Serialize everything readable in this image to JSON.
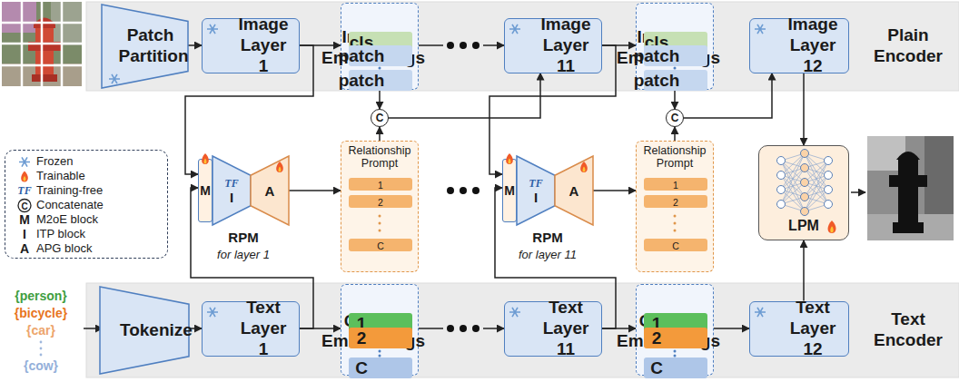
{
  "diagram": {
    "nodes": [
      {
        "text": [
          "Plain Encoder"
        ]
      },
      {
        "text": [
          "Patch Partition"
        ],
        "in": 0
      },
      {
        "text": [
          "Image Layer 1"
        ],
        "in": 0
      },
      {
        "text": [
          "Image Embeddings"
        ],
        "in": 0
      },
      {
        "text": [
          "cls"
        ],
        "in": 3
      },
      {
        "text": [
          "patch"
        ],
        "in": 3
      },
      {
        "text": [
          "patch"
        ],
        "in": 3
      },
      {
        "text": [
          "Image Layer 11"
        ],
        "in": 0
      },
      {
        "text": [
          "Image Embeddings"
        ],
        "in": 0
      },
      {
        "text": [
          "cls"
        ],
        "in": 8
      },
      {
        "text": [
          "patch"
        ],
        "in": 8
      },
      {
        "text": [
          "patch"
        ],
        "in": 8
      },
      {
        "text": [
          "Image Layer 12"
        ],
        "in": 0
      },
      {
        "text": [
          "C"
        ]
      },
      {
        "text": [
          "C"
        ]
      },
      {
        "text": [
          "M"
        ]
      },
      {
        "text": [
          "TF",
          "I"
        ]
      },
      {
        "text": [
          "A"
        ]
      },
      {
        "text": [
          "Relationship Prompt"
        ]
      },
      {
        "text": [
          "1"
        ],
        "in": 18
      },
      {
        "text": [
          "2"
        ],
        "in": 18
      },
      {
        "text": [
          "C"
        ],
        "in": 18
      },
      {
        "text": [
          "M"
        ]
      },
      {
        "text": [
          "TF",
          "I"
        ]
      },
      {
        "text": [
          "A"
        ]
      },
      {
        "text": [
          "Relationship Prompt"
        ]
      },
      {
        "text": [
          "1"
        ],
        "in": 25
      },
      {
        "text": [
          "2"
        ],
        "in": 25
      },
      {
        "text": [
          "C"
        ],
        "in": 25
      },
      {
        "text": [
          "LPM"
        ]
      },
      {
        "text": [
          "Text Encoder"
        ]
      },
      {
        "text": [
          "Tokenize"
        ],
        "in": 30
      },
      {
        "text": [
          "Text Layer 1"
        ],
        "in": 30
      },
      {
        "text": [
          "Class Embeddings"
        ],
        "in": 30
      },
      {
        "text": [
          "1"
        ],
        "in": 33
      },
      {
        "text": [
          "2"
        ],
        "in": 33
      },
      {
        "text": [
          "C"
        ],
        "in": 33
      },
      {
        "text": [
          "Text Layer 11"
        ],
        "in": 30
      },
      {
        "text": [
          "Class Embeddings"
        ],
        "in": 30
      },
      {
        "text": [
          "1"
        ],
        "in": 38
      },
      {
        "text": [
          "2"
        ],
        "in": 38
      },
      {
        "text": [
          "C"
        ],
        "in": 38
      },
      {
        "text": [
          "Text Layer 12"
        ],
        "in": 30
      }
    ],
    "edges": [
      {
        "from": 1,
        "to": 2,
        "arrow": "to"
      },
      {
        "from": 2,
        "to": 3,
        "arrow": "to"
      },
      {
        "from": 3,
        "to": 7,
        "arrow": "to"
      },
      {
        "from": 7,
        "to": 8,
        "arrow": "to"
      },
      {
        "from": 3,
        "to": 13,
        "arrow": "to"
      },
      {
        "from": 18,
        "to": 13,
        "arrow": "to"
      },
      {
        "from": 13,
        "to": 7,
        "arrow": "to"
      },
      {
        "from": 8,
        "to": 14,
        "arrow": "to"
      },
      {
        "from": 25,
        "to": 14,
        "arrow": "to"
      },
      {
        "from": 14,
        "to": 12,
        "arrow": "to"
      },
      {
        "from": 2,
        "to": 15,
        "arrow": "to"
      },
      {
        "from": 32,
        "to": 15,
        "arrow": "to"
      },
      {
        "from": 7,
        "to": 22,
        "arrow": "to"
      },
      {
        "from": 37,
        "to": 22,
        "arrow": "to"
      },
      {
        "from": 17,
        "to": 18,
        "arrow": "to"
      },
      {
        "from": 24,
        "to": 25,
        "arrow": "to"
      },
      {
        "from": 12,
        "to": 29,
        "arrow": "to"
      },
      {
        "from": 42,
        "to": 29,
        "arrow": "to"
      },
      {
        "from": 31,
        "to": 32,
        "arrow": "to"
      },
      {
        "from": 32,
        "to": 33,
        "arrow": "to"
      },
      {
        "from": 33,
        "to": 37,
        "arrow": "to"
      },
      {
        "from": 37,
        "to": 38,
        "arrow": "to"
      },
      {
        "from": 38,
        "to": 42,
        "arrow": "to"
      }
    ],
    "labels": [
      "TF",
      "C",
      "M",
      "I",
      "A",
      "RPM",
      "for layer 1",
      "RPM",
      "for layer 11",
      "{person}",
      "{bicycle}",
      "{car}",
      "{cow}"
    ],
    "legend": [
      {
        "text": "Frozen"
      },
      {
        "text": "Trainable"
      },
      {
        "text": "Training-free"
      },
      {
        "text": "Concatenate"
      },
      {
        "text": "M2oE block"
      },
      {
        "text": "ITP block"
      },
      {
        "text": "APG block"
      }
    ]
  }
}
